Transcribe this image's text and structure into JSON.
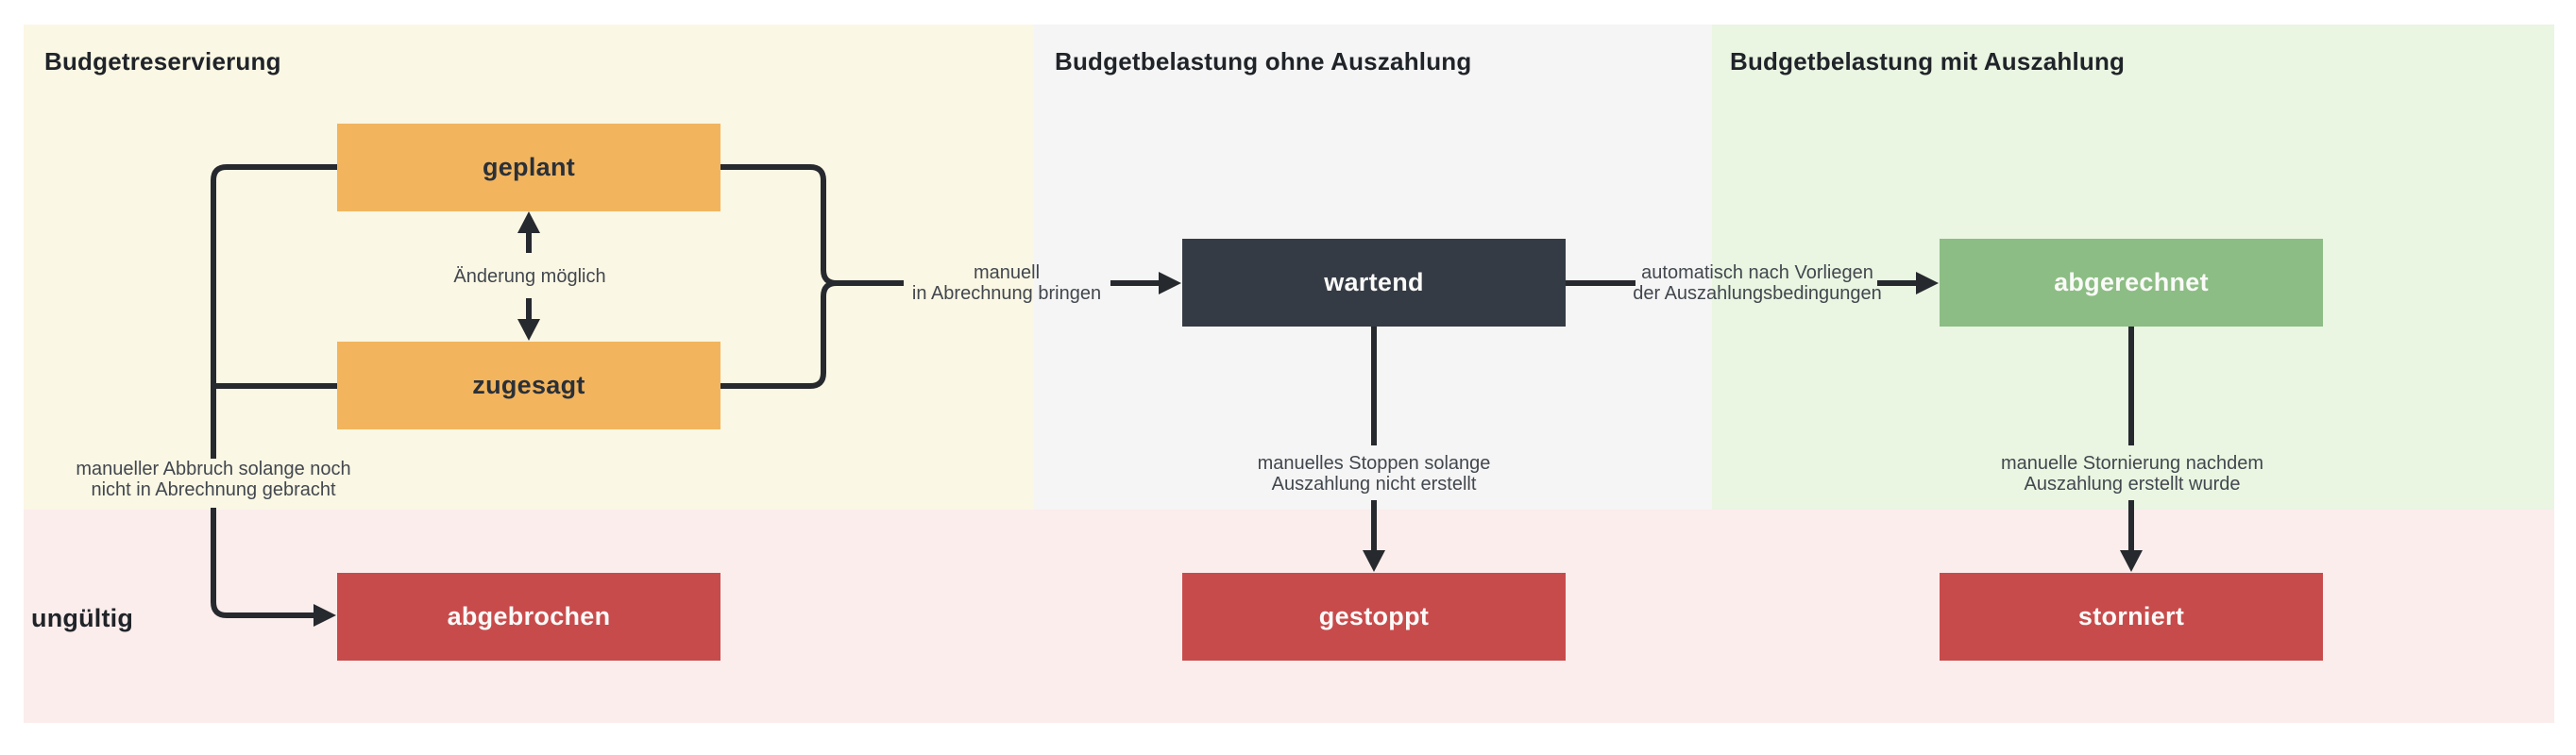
{
  "sections": {
    "reservierung": {
      "title": "Budgetreservierung"
    },
    "belastung_ohne": {
      "title": "Budgetbelastung ohne Auszahlung"
    },
    "belastung_mit": {
      "title": "Budgetbelastung mit Auszahlung"
    },
    "ungueltig": {
      "title": "ungültig"
    }
  },
  "states": {
    "geplant": "geplant",
    "zugesagt": "zugesagt",
    "wartend": "wartend",
    "abgerechnet": "abgerechnet",
    "abgebrochen": "abgebrochen",
    "gestoppt": "gestoppt",
    "storniert": "storniert"
  },
  "edge_labels": {
    "aenderung": {
      "line1": "Änderung möglich"
    },
    "abrechnung": {
      "line1": "manuell",
      "line2": "in Abrechnung bringen"
    },
    "auszahlung": {
      "line1": "automatisch nach Vorliegen",
      "line2": "der Auszahlungsbedingungen"
    },
    "stoppen": {
      "line1": "manuelles Stoppen solange",
      "line2": "Auszahlung nicht erstellt"
    },
    "stornierung": {
      "line1": "manuelle Stornierung nachdem",
      "line2": "Auszahlung erstellt wurde"
    },
    "abbruch": {
      "line1": "manueller Abbruch solange noch",
      "line2": "nicht in Abrechnung gebracht"
    }
  },
  "colors": {
    "section_reservierung_bg": "#faf7e4",
    "section_belastung_ohne_bg": "#f5f5f5",
    "section_belastung_mit_bg": "#eaf5e2",
    "section_ungueltig_bg": "#fbedec",
    "state_reserved": "#f2b55e",
    "state_waiting": "#353b44",
    "state_settled": "#8cbd84",
    "state_invalid": "#c84b4c",
    "connector_line": "#26292e"
  }
}
